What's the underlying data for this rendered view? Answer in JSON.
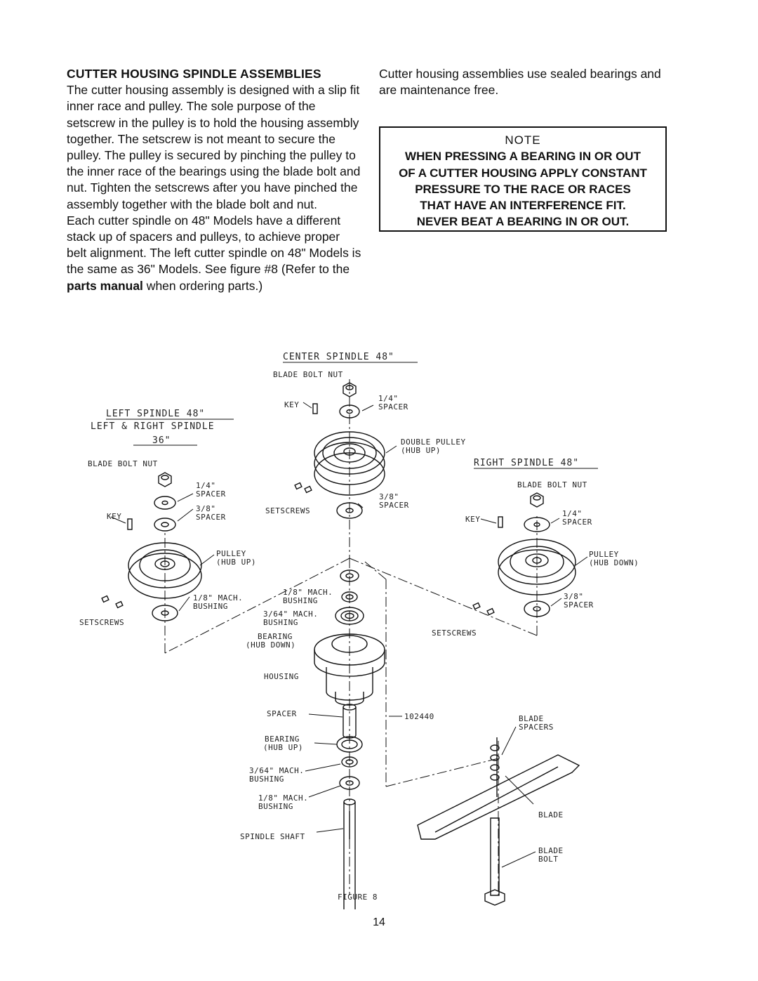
{
  "left_column": {
    "heading": "CUTTER HOUSING SPINDLE ASSEMBLIES",
    "para1": "The cutter housing assembly is designed with a slip fit inner race and pulley. The sole purpose of the setscrew in the pulley is to hold the housing assembly together. The setscrew is not meant to secure the pulley. The pulley is secured by pinching the pulley to the inner race of the bearings using the blade bolt and nut. Tighten the setscrews after you have pinched the assembly together with the blade bolt and nut.",
    "para2_start": "Each cutter spindle on 48\" Models have a different stack up of spacers and pulleys, to achieve proper belt alignment. The left cutter spindle on 48\" Models is the same as 36\" Models. See figure #8 (Refer to the ",
    "para2_bold": "parts manual",
    "para2_end": " when ordering parts.)"
  },
  "right_column": {
    "text": "Cutter housing assemblies use sealed bearings and are maintenance free."
  },
  "note": {
    "title": "NOTE",
    "line1": "WHEN PRESSING A BEARING IN OR OUT",
    "line2": "OF A CUTTER HOUSING APPLY CONSTANT",
    "line3": "PRESSURE TO THE RACE OR RACES",
    "line4": "THAT HAVE AN INTERFERENCE FIT.",
    "line5": "NEVER BEAT A BEARING IN OR OUT."
  },
  "figure": {
    "center_title": "CENTER SPINDLE 48\"",
    "left_title_1": "LEFT SPINDLE 48\"",
    "left_title_2": "LEFT & RIGHT SPINDLE",
    "left_title_3": "36\"",
    "right_title": "RIGHT SPINDLE 48\"",
    "blade_bolt_nut": "BLADE BOLT NUT",
    "key": "KEY",
    "spacer_quarter": "1/4\"",
    "spacer_three_eighths": "3/8\"",
    "spacer": "SPACER",
    "double_pulley": "DOUBLE PULLEY",
    "hub_up": "(HUB UP)",
    "hub_down": "(HUB DOWN)",
    "pulley": "PULLEY",
    "setscrews": "SETSCREWS",
    "eighth_mach": "1/8\" MACH.",
    "sixty_fourth_mach": "3/64\" MACH.",
    "bushing": "BUSHING",
    "bearing": "BEARING",
    "housing": "HOUSING",
    "spindle_shaft": "SPINDLE SHAFT",
    "part_number": "102440",
    "blade_spacers_1": "BLADE",
    "blade_spacers_2": "SPACERS",
    "blade": "BLADE",
    "blade_bolt_1": "BLADE",
    "blade_bolt_2": "BOLT",
    "caption": "FIGURE 8"
  },
  "page_number": "14"
}
